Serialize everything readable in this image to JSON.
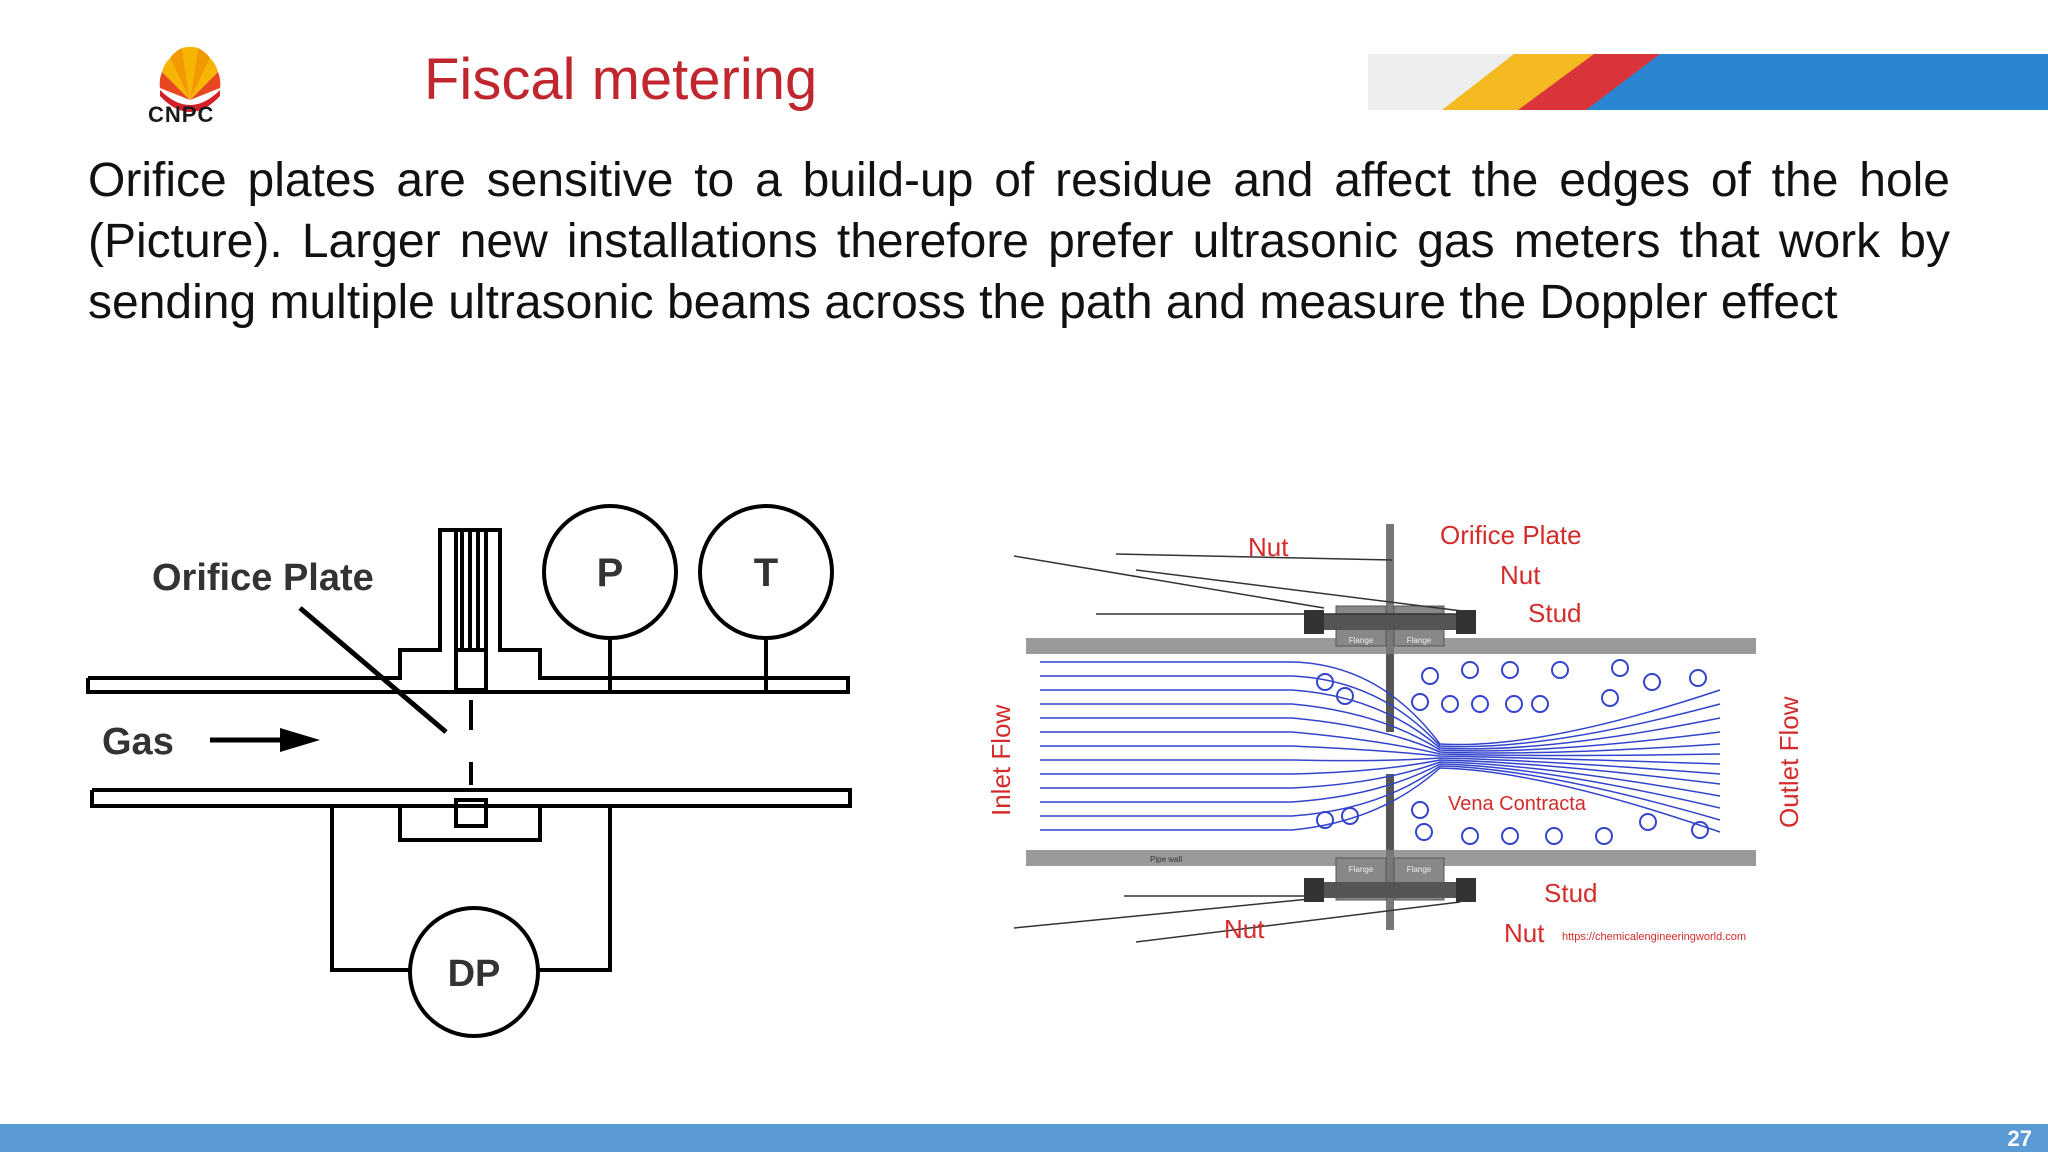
{
  "header": {
    "logo_text": "CNPC",
    "title": "Fiscal metering"
  },
  "body": {
    "paragraph": "Orifice plates are sensitive to a build-up of residue and affect the edges of the hole (Picture). Larger new installations therefore prefer ultrasonic gas meters that work by sending multiple ultrasonic beams across the path and measure the Doppler effect"
  },
  "figure_left": {
    "orifice_label": "Orifice Plate",
    "gas_label": "Gas",
    "p_label": "P",
    "t_label": "T",
    "dp_label": "DP"
  },
  "figure_right": {
    "nut_top_left": "Nut",
    "orifice_plate": "Orifice Plate",
    "nut_top_right": "Nut",
    "stud_top": "Stud",
    "inlet_flow": "Inlet Flow",
    "outlet_flow": "Outlet Flow",
    "vena_contracta": "Vena Contracta",
    "stud_bottom": "Stud",
    "nut_bottom_left": "Nut",
    "nut_bottom_right": "Nut",
    "url": "https://chemicalengineeringworld.com",
    "flange_1": "Flange",
    "flange_2": "Flange",
    "flange_3": "Flange",
    "flange_4": "Flange",
    "pipe_wall": "Pipe wall"
  },
  "footer": {
    "page_number": "27"
  },
  "colors": {
    "title_red": "#c0262d",
    "banner_yellow": "#f5b921",
    "banner_red": "#d9343a",
    "banner_blue": "#2a86d0",
    "footer_blue": "#5b9bd5",
    "flow_blue": "#3344cc"
  }
}
